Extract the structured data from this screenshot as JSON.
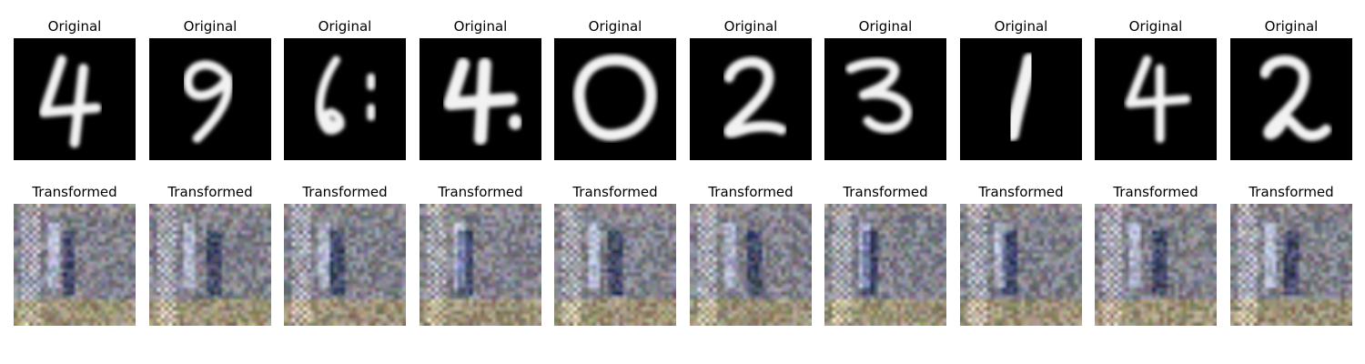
{
  "rows": {
    "original": {
      "title": "Original",
      "digits": [
        "4",
        "9",
        "6:",
        "4",
        "0",
        "2",
        "3",
        "1",
        "4",
        "2"
      ]
    },
    "transformed": {
      "title": "Transformed",
      "count": 10
    }
  },
  "colors": {
    "digit_background": "#000000",
    "digit_stroke": "#f2f2f2",
    "title_text": "#000000",
    "page_background": "#ffffff"
  }
}
